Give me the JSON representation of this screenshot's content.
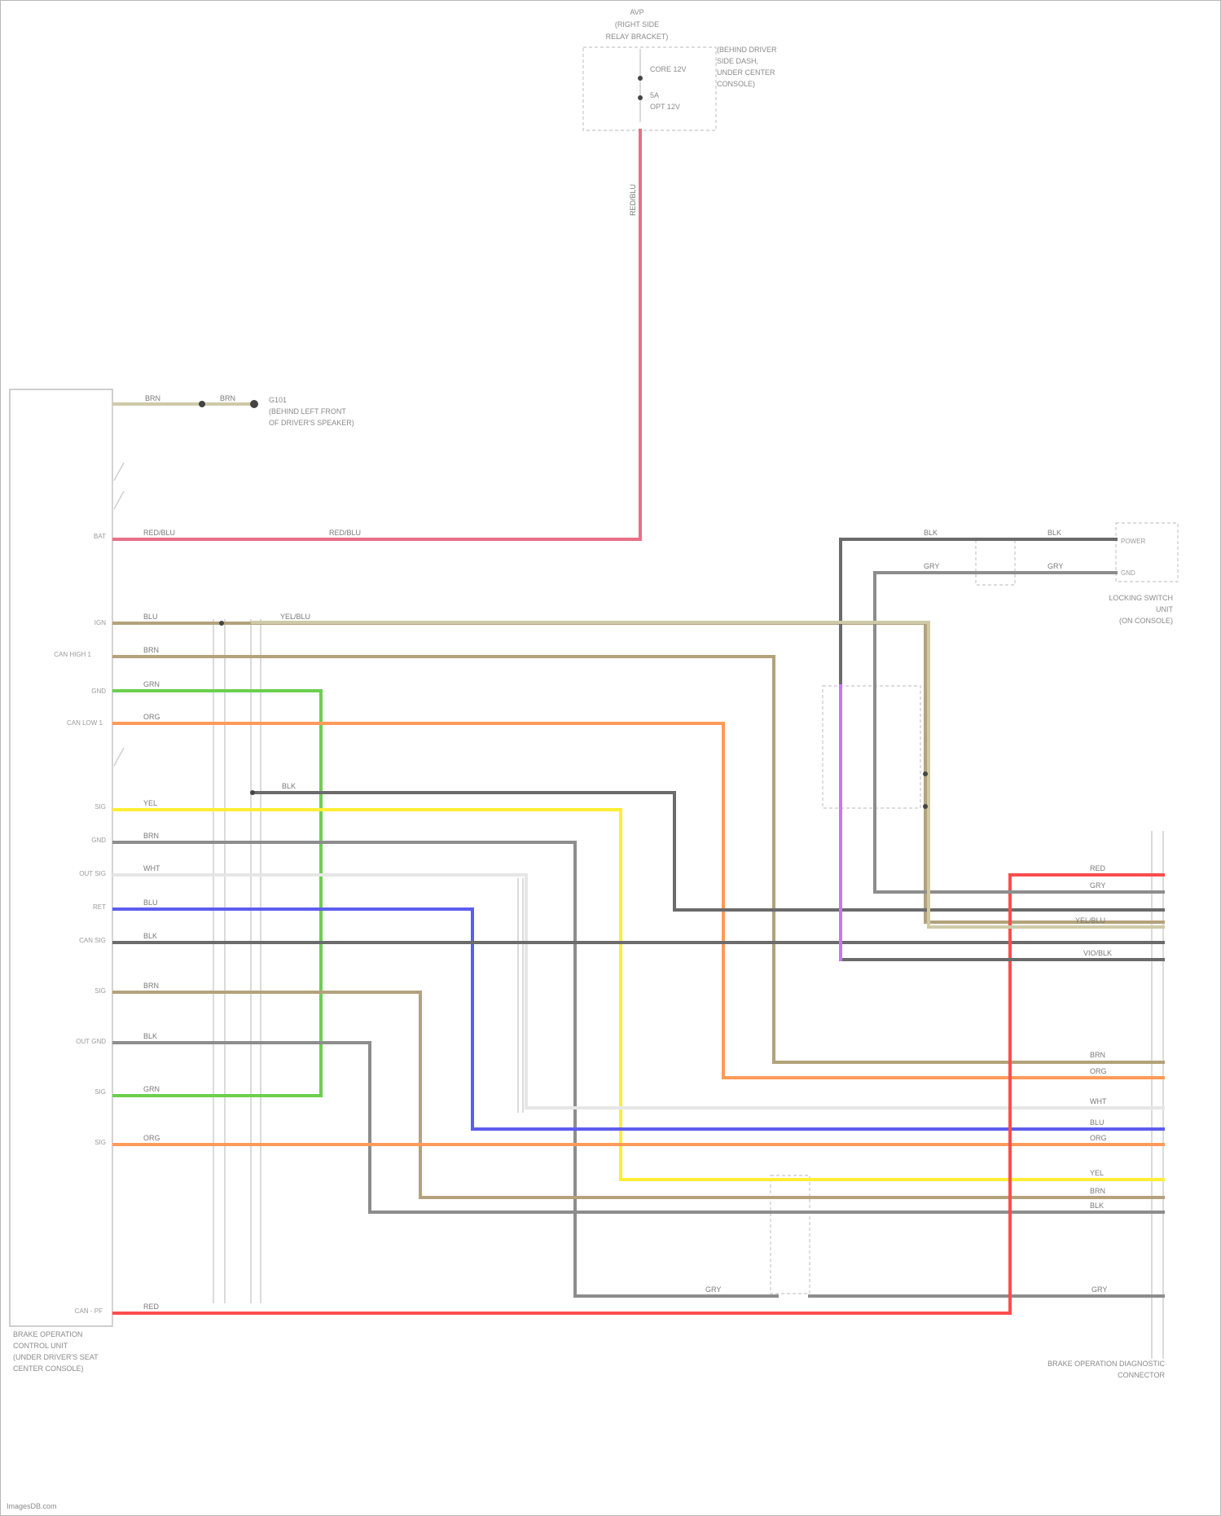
{
  "top_relay": {
    "title": [
      "AVP",
      "(RIGHT SIDE",
      "RELAY BRACKET)"
    ],
    "note": [
      "(BEHIND DRIVER",
      "SIDE DASH,",
      "UNDER CENTER",
      "CONSOLE)"
    ],
    "contact_top": "CORE 12V",
    "contact_bottom": [
      "5A",
      "OPT 12V"
    ],
    "wire_code": "RED/BLU"
  },
  "ground_label": [
    "G101",
    "(BEHIND LEFT FRONT",
    "OF DRIVER'S SPEAKER)"
  ],
  "left_module": {
    "name": [
      "BRAKE OPERATION",
      "CONTROL UNIT",
      "(UNDER DRIVER'S SEAT",
      "CENTER CONSOLE)"
    ],
    "pins": [
      "",
      "BAT",
      "IGN",
      "CAN HIGH 1",
      "GND",
      "CAN LOW 1",
      "",
      "SIG",
      "GND",
      "OUT SIG",
      "RET",
      "CAN SIG",
      "SIG",
      "OUT GND",
      "SIG",
      "SIG",
      "CAN - PF"
    ]
  },
  "right_module": {
    "name": [
      "LOCKING SWITCH",
      "UNIT",
      "(ON CONSOLE)"
    ],
    "pins": [
      "POWER",
      "GND"
    ]
  },
  "bottom_connector": {
    "name": [
      "BRAKE OPERATION DIAGNOSTIC",
      "CONNECTOR"
    ]
  },
  "wire_colors": {
    "red": "#ff4d4d",
    "pink": "#e87089",
    "orange": "#ff9a5a",
    "green": "#6ccf4f",
    "yellow": "#ffee33",
    "blue": "#5d5df0",
    "violet": "#c27af0",
    "dark_gray": "#6b6b6b",
    "gray": "#8d8d8d",
    "olive": "#b3a27a",
    "tan": "#cfc9a8",
    "light": "#e6e6e6"
  },
  "wire_codes": {
    "w1": "BRN",
    "w2": "RED/BLU",
    "w3": "BLU",
    "w4": "BRN",
    "w5": "GRN",
    "w6": "ORG",
    "w7": "YEL",
    "w8": "BRN",
    "w9": "WHT",
    "w10": "BLU",
    "w11": "BLK",
    "w12": "BRN",
    "w13": "BLK",
    "w14": "GRN",
    "w15": "ORG",
    "w16": "RED",
    "w17": "GRY",
    "w18": "BLK",
    "w19": "VIO/BLK",
    "w20": "YEL/BLU"
  },
  "footer": "ImagesDB.com"
}
